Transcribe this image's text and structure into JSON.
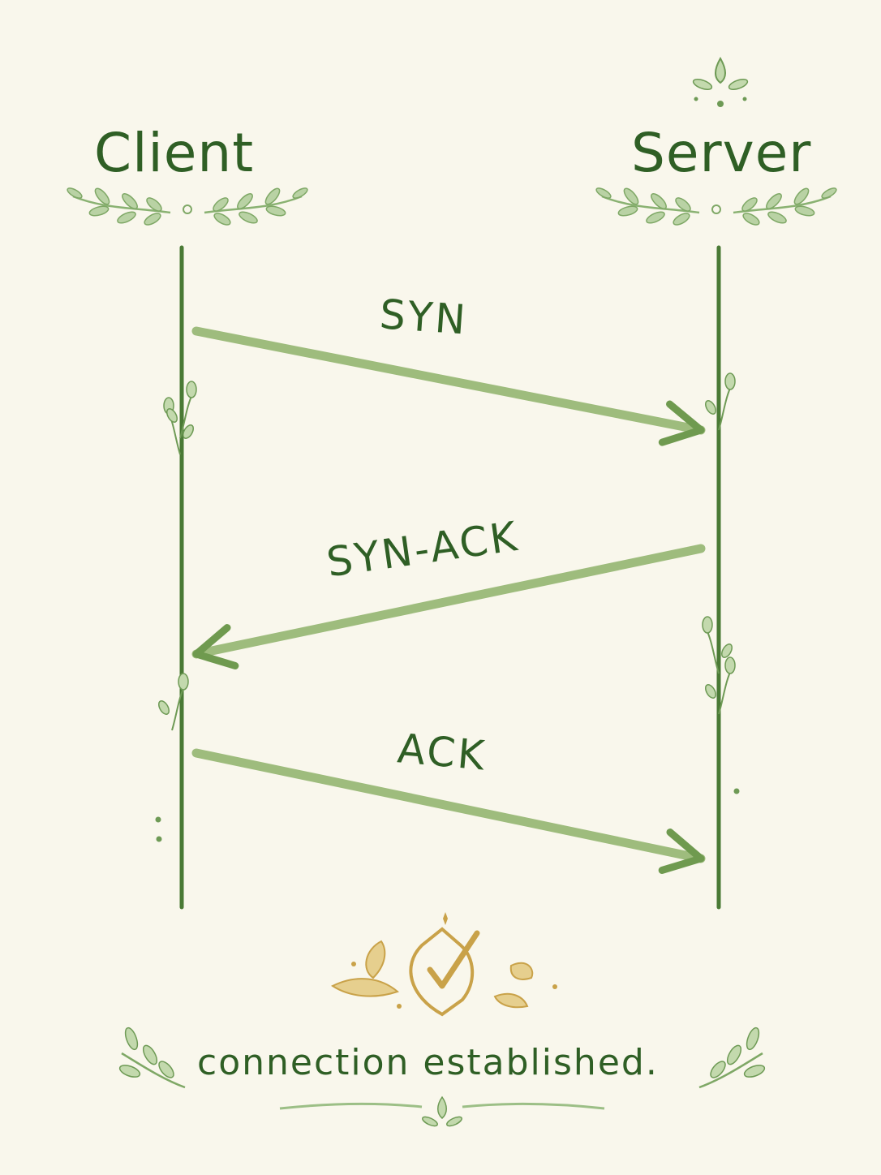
{
  "participants": [
    {
      "id": "client",
      "label": "Client"
    },
    {
      "id": "server",
      "label": "Server"
    }
  ],
  "messages": [
    {
      "from": "client",
      "to": "server",
      "label": "SYN"
    },
    {
      "from": "server",
      "to": "client",
      "label": "SYN-ACK"
    },
    {
      "from": "client",
      "to": "server",
      "label": "ACK"
    }
  ],
  "footer": {
    "text": "connection established.",
    "icon": "check-emblem-icon"
  },
  "colors": {
    "background": "#f9f7ec",
    "ink": "#2f5f25",
    "lifeline": "#4a7a35",
    "arrow": "#8fb26a",
    "leaf": "#9cbf86",
    "gold": "#c9a249"
  }
}
